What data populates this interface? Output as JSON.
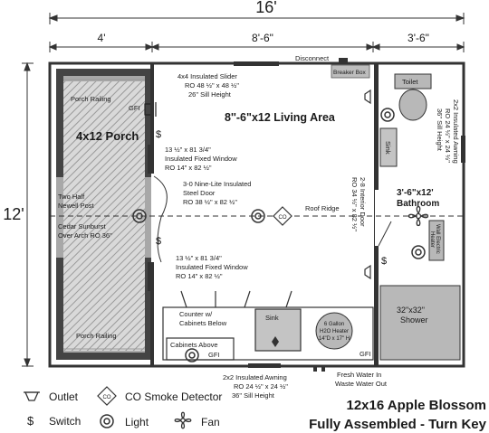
{
  "dimensions": {
    "overall_width": "16'",
    "porch_width": "4'",
    "living_width": "8'-6\"",
    "bath_width": "3'-6\"",
    "overall_depth": "12'"
  },
  "rooms": {
    "porch": "4x12 Porch",
    "living": "8''-6\"x12 Living Area",
    "bath_size": "3'-6\"x12'",
    "bath_name": "Bathroom"
  },
  "porch_labels": {
    "railing_top": "Porch Railing",
    "railing_bottom": "Porch Railing",
    "post_1": "Two Half",
    "post_2": "Newell Post",
    "sunburst_1": "Cedar Sunburst",
    "sunburst_2": "Over Arch RO 36\""
  },
  "labels": {
    "disconnect": "Disconnect",
    "breaker_box": "Breaker Box",
    "slider_1": "4x4 Insulated Slider",
    "slider_2": "RO 48 ½\" x 48 ½\"",
    "slider_3": "26\" Sill Height",
    "win_top_1": "13 ½\" x 81 3/4\"",
    "win_top_2": "Insulated Fixed Window",
    "win_top_3": "RO 14\" x 82 ½\"",
    "door_1": "3-0 Nine-Lite Insulated",
    "door_2": "Steel Door",
    "door_3": "RO 38 ½\" x 82 ½\"",
    "roof_ridge": "Roof Ridge",
    "win_bot_1": "13 ½\" x 81 3/4\"",
    "win_bot_2": "Insulated Fixed Window",
    "win_bot_3": "RO 14\" x 82 ½\"",
    "counter_1": "Counter w/",
    "counter_2": "Cabinets Below",
    "cabinets_above": "Cabinets Above",
    "sink_kitchen": "Sink",
    "heater_1": "6 Gallon",
    "heater_2": "H2O Heater",
    "heater_3": "14\"D x 17\" H",
    "gfi_porch": "GFI",
    "gfi_kitchen": "GFI",
    "gfi_bath": "GFI",
    "awning_bot_1": "2x2 Insulated Awning",
    "awning_bot_2": "RO 24 ½\" x 24 ½\"",
    "awning_bot_3": "36\" Sill Height",
    "water_1": "Fresh Water In",
    "water_2": "Waste Water Out",
    "interior_door": "2-8 Interior Door",
    "interior_door_ro": "RO 34 ½\" x 82 ½\"",
    "toilet": "Toilet",
    "sink_bath": "Sink",
    "awning_right_1": "2x2 Insulated Awning",
    "awning_right_2": "RO 24 ½\" x 24 ½\"",
    "awning_right_3": "36\" Sill Height",
    "wall_heater_1": "Wall Electric",
    "wall_heater_2": "Heater",
    "shower_1": "32\"x32\"",
    "shower_2": "Shower"
  },
  "legend": {
    "outlet": "Outlet",
    "co_smoke": "CO Smoke Detector",
    "co_symbol": "CO",
    "switch": "Switch",
    "switch_symbol": "$",
    "light": "Light",
    "fan": "Fan"
  },
  "switch_symbol": "$",
  "title": {
    "line1": "12x16 Apple Blossom",
    "line2": "Fully Assembled - Turn Key"
  }
}
